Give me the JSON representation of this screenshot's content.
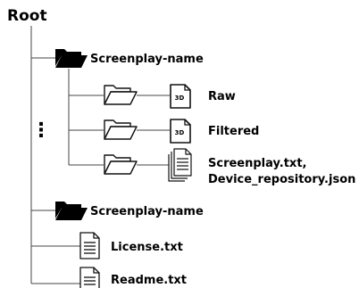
{
  "tree": {
    "root_label": "Root",
    "folder_1": {
      "name": "Screenplay-name",
      "icon": "folder-open-filled-icon"
    },
    "raw": {
      "folder_icon": "folder-open-outline-icon",
      "badge_icon": "3d-file-icon",
      "badge_text": "3D",
      "name": "Raw"
    },
    "filtered": {
      "folder_icon": "folder-open-outline-icon",
      "badge_icon": "3d-file-icon",
      "badge_text": "3D",
      "name": "Filtered"
    },
    "docs": {
      "folder_icon": "folder-open-outline-icon",
      "files_icon": "stacked-documents-icon",
      "line1": "Screenplay.txt,",
      "line2": "Device_repository.json"
    },
    "ellipsis": "⋮",
    "folder_2": {
      "name": "Screenplay-name",
      "icon": "folder-open-filled-icon"
    },
    "license": {
      "name": "License.txt",
      "icon": "text-document-icon"
    },
    "readme": {
      "name": "Readme.txt",
      "icon": "text-document-icon"
    }
  }
}
